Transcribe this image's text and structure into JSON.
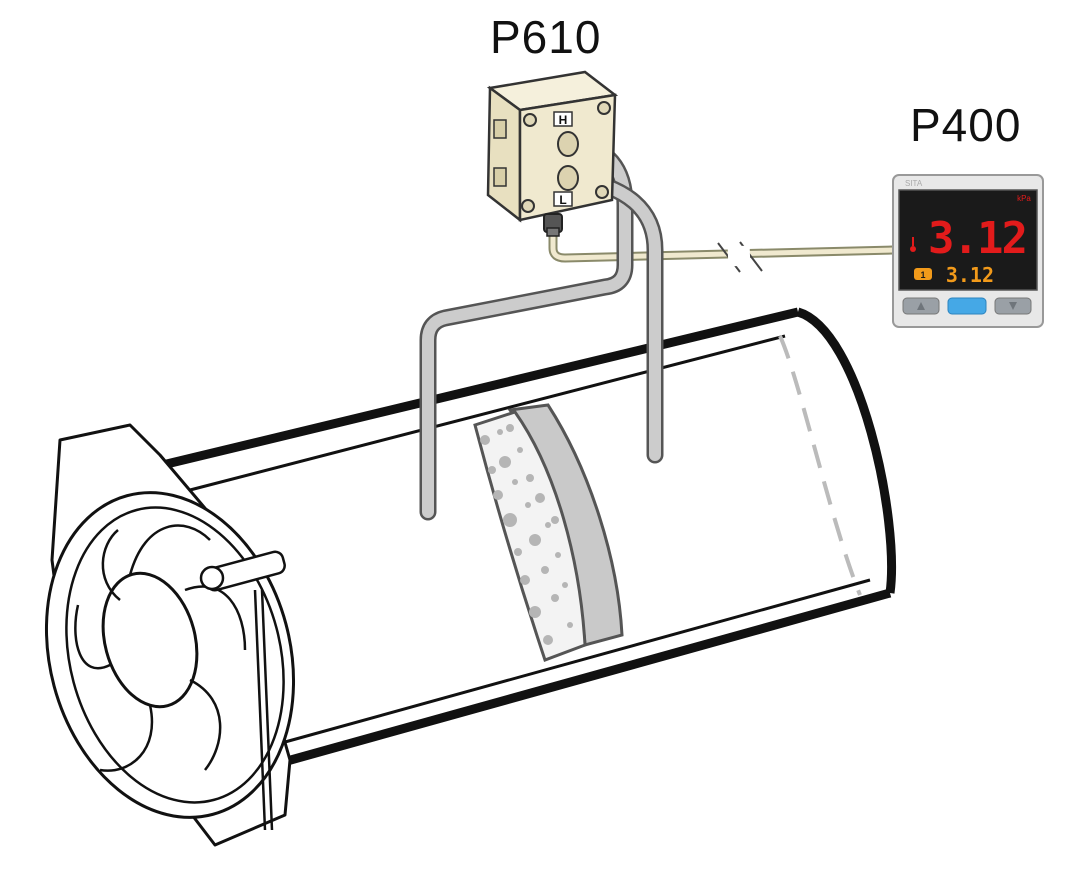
{
  "labels": {
    "transmitter": "P610",
    "display": "P400"
  },
  "transmitter": {
    "port_high": "H",
    "port_low": "L"
  },
  "display": {
    "brand": "SITA",
    "unit": "kPa",
    "primary_value": "3.12",
    "secondary_value": "3.12",
    "channel": "1"
  },
  "icons": {
    "fan": "axial-fan-icon",
    "thermometer": "thermometer-icon"
  },
  "colors": {
    "display_bg": "#1a1a1a",
    "display_red": "#e21b1b",
    "display_orange": "#f29a1a",
    "box_beige": "#f0e9cf",
    "button_blue": "#45a8e6",
    "button_gray": "#9aa0a6",
    "tube_gray": "#c9c9c9",
    "filter_gray": "#b8b8b8"
  }
}
